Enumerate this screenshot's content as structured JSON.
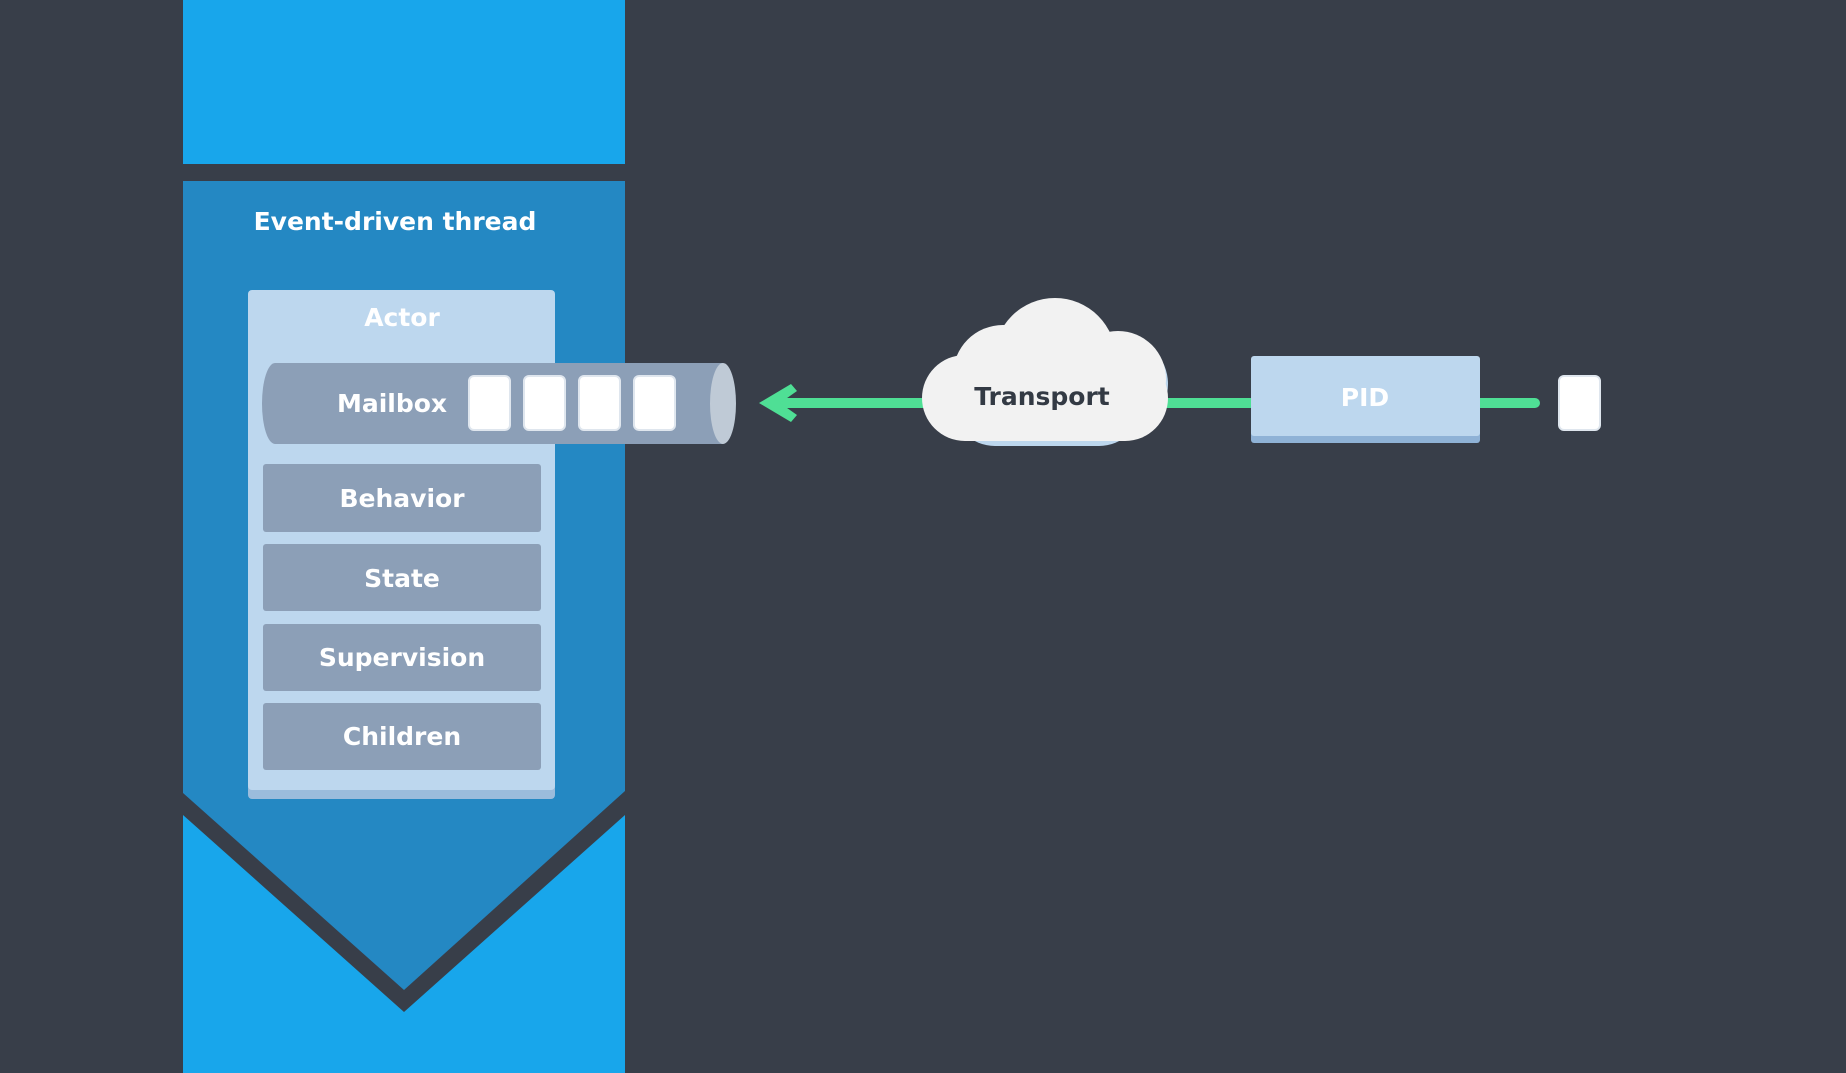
{
  "thread": {
    "title": "Event-driven thread"
  },
  "actor": {
    "title": "Actor",
    "mailbox": {
      "label": "Mailbox",
      "message_count": 4
    },
    "sections": [
      {
        "label": "Behavior"
      },
      {
        "label": "State"
      },
      {
        "label": "Supervision"
      },
      {
        "label": "Children"
      }
    ]
  },
  "transport": {
    "label": "Transport"
  },
  "pid": {
    "label": "PID"
  },
  "colors": {
    "background": "#383e49",
    "thread_light": "#18a6eb",
    "thread_dark": "#2488c3",
    "actor_panel": "#bdd7ee",
    "section_fill": "#8c9fb7",
    "arrow": "#4fdf95",
    "cloud": "#f2f2f2",
    "pid_box": "#bdd7ee",
    "message": "#ffffff"
  }
}
